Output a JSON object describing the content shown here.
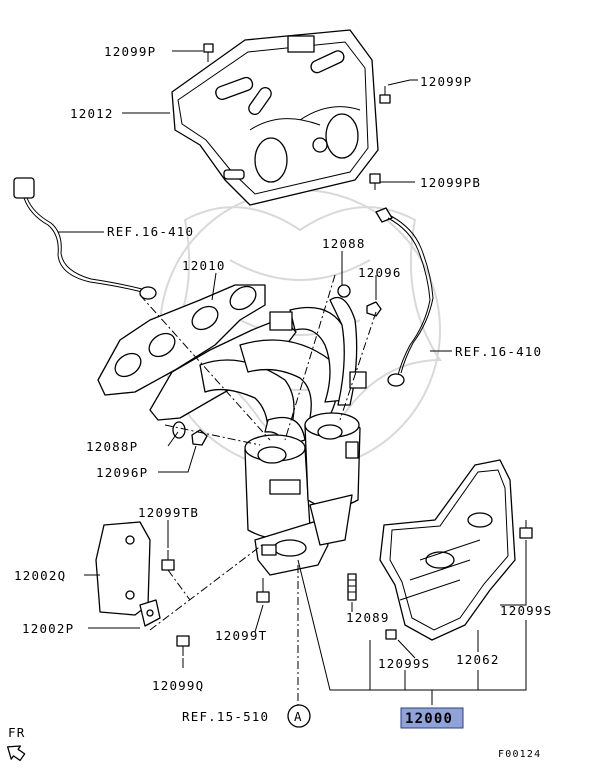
{
  "labels": {
    "p12099P_top": "12099P",
    "p12012": "12012",
    "p12099P_right": "12099P",
    "p12099PB": "12099PB",
    "ref16_410_left": "REF.16-410",
    "p12088": "12088",
    "p12010": "12010",
    "p12096": "12096",
    "ref16_410_right": "REF.16-410",
    "p12088P": "12088P",
    "p12096P": "12096P",
    "p12099TB": "12099TB",
    "p12002Q": "12002Q",
    "p12002P": "12002P",
    "p12099T": "12099T",
    "p12089": "12089",
    "p12099S_right": "12099S",
    "p12099S_bottom": "12099S",
    "p12062": "12062",
    "p12099Q": "12099Q",
    "ref15_510": "REF.15-510",
    "circle_a": "A",
    "assembly": "12000",
    "front": "FR",
    "figure_id": "F00124"
  },
  "colors": {
    "assembly_highlight": "#8fa3d8",
    "watermark": "#d9d9d9"
  }
}
